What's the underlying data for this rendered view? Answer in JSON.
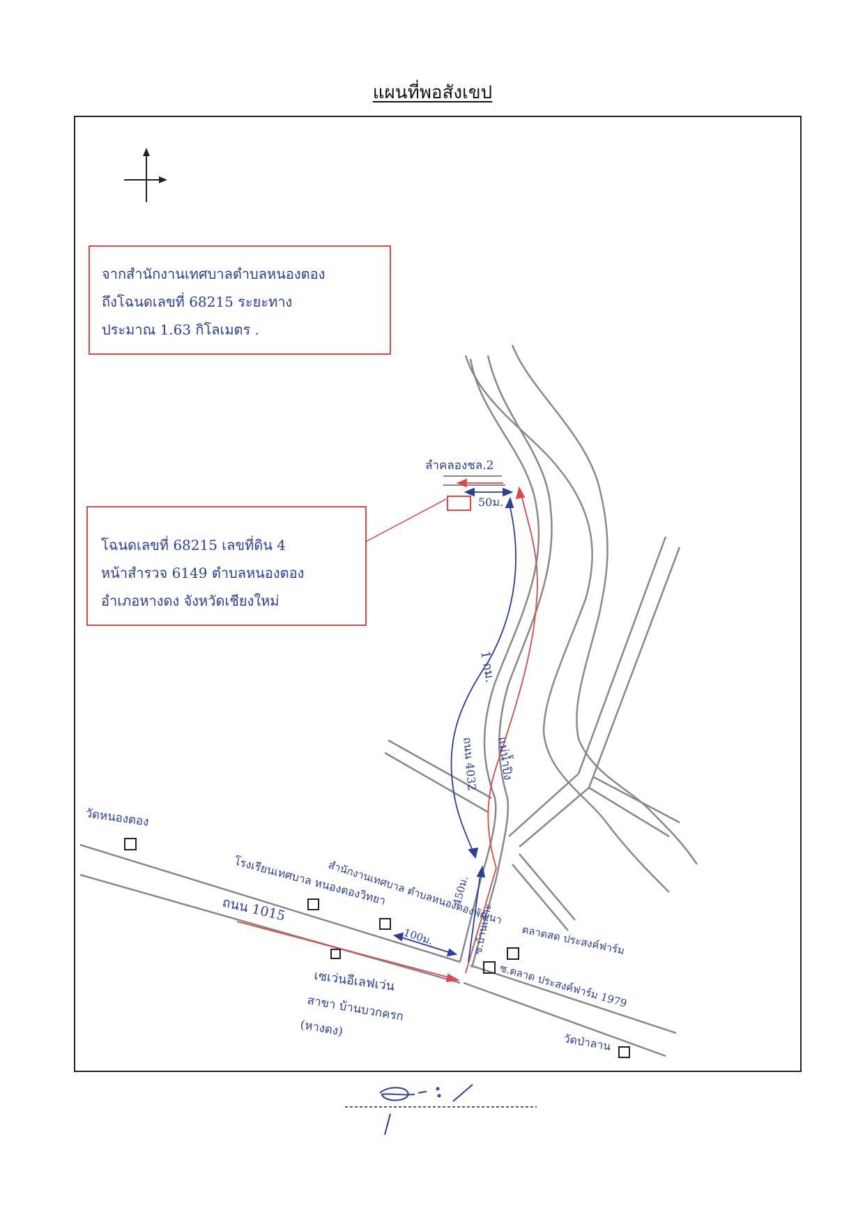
{
  "title": "แผนที่พอสังเขป",
  "colors": {
    "red_route": "#d94a4a",
    "blue_route": "#2a3f9a",
    "road": "#888888",
    "river": "#8a8a8a",
    "frame": "#222222"
  },
  "north_arrow": {
    "icon": "compass-arrow-icon"
  },
  "red_box_1": {
    "lines": [
      "จากสำนักงานเทศบาลตำบลหนองตอง",
      "ถึงโฉนดเลขที่ 68215 ระยะทาง",
      "ประมาณ 1.63 กิโลเมตร ."
    ]
  },
  "red_box_2": {
    "lines": [
      "โฉนดเลขที่ 68215 เลขที่ดิน 4",
      "หน้าสำรวจ 6149 ตำบลหนองตอง",
      "อำเภอหางดง จังหวัดเชียงใหม่"
    ]
  },
  "labels": {
    "temple_north": "วัดหนองตอง",
    "school": "โรงเรียนเทศบาล หนองตองวิทยา",
    "office": "สำนักงานเทศบาล ตำบลหนองตองพัฒนา",
    "road_1015": "ถนน 1015",
    "seven_eleven": "เซเว่นอีเลฟเว่น",
    "seven_branch": "สาขา บ้านบวกครก",
    "seven_district": "(หางดง)",
    "market": "ตลาดสด ประสงค์ฟาร์ม",
    "soi": "ซ.บ้านเกาะ",
    "road_prasong": "ซ.ตลาด ประสงค์ฟาร์ม 1979",
    "temple_south": "วัดป่าลาน",
    "road_4032": "ถนน 4032",
    "river": "แม่น้ำปิง",
    "canal": "ลำคลองชล.2",
    "dist_50": "50ม.",
    "dist_1km": "1 กม.",
    "dist_450": "450ม.",
    "dist_100": "100ม."
  }
}
